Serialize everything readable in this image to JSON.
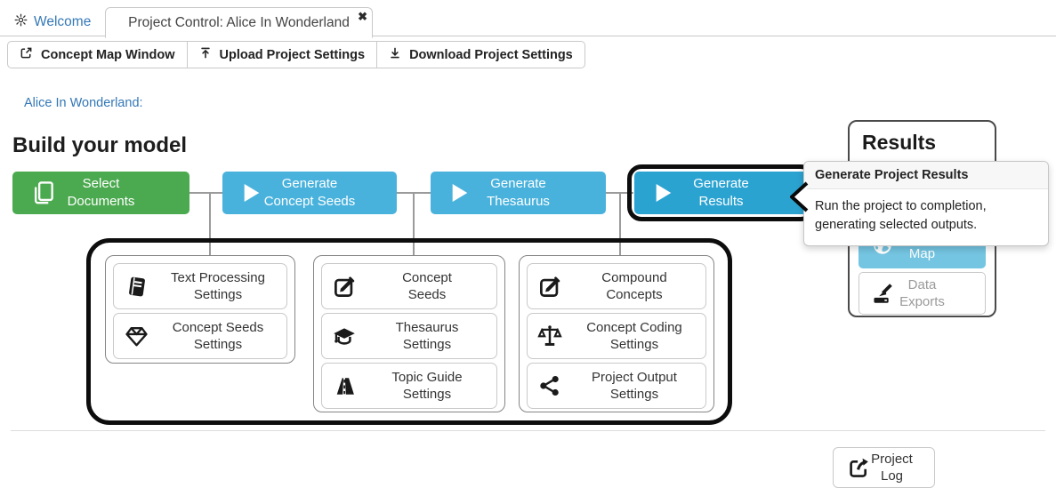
{
  "tabs": {
    "welcome_label": "Welcome",
    "project_label": "Project Control: Alice In Wonderland",
    "close_glyph": "✖"
  },
  "toolbar": {
    "concept_map_window": "Concept Map Window",
    "upload_settings": "Upload Project Settings",
    "download_settings": "Download Project Settings"
  },
  "project_link": "Alice In Wonderland:",
  "heading": "Build your model",
  "flow": {
    "select_documents": "Select\nDocuments",
    "generate_concept_seeds": "Generate\nConcept Seeds",
    "generate_thesaurus": "Generate\nThesaurus",
    "generate_results": "Generate\nResults"
  },
  "tooltip": {
    "title": "Generate Project Results",
    "body": "Run the project to completion,\ngenerating selected outputs."
  },
  "results": {
    "title": "Results",
    "map_label": "Concept\nMap",
    "exports_label": "Data\nExports"
  },
  "groups": {
    "left": {
      "items": [
        {
          "icon": "book-icon",
          "label": "Text Processing\nSettings"
        },
        {
          "icon": "gem-icon",
          "label": "Concept Seeds\nSettings"
        }
      ]
    },
    "middle": {
      "items": [
        {
          "icon": "edit-icon",
          "label": "Concept\nSeeds"
        },
        {
          "icon": "graduation-cap-icon",
          "label": "Thesaurus\nSettings"
        },
        {
          "icon": "road-icon",
          "label": "Topic Guide\nSettings"
        }
      ]
    },
    "right": {
      "items": [
        {
          "icon": "edit-icon",
          "label": "Compound\nConcepts"
        },
        {
          "icon": "scales-icon",
          "label": "Concept Coding\nSettings"
        },
        {
          "icon": "share-icon",
          "label": "Project Output\nSettings"
        }
      ]
    }
  },
  "project_log_label": "Project\nLog",
  "colors": {
    "green": "#4BA94F",
    "blue": "#49B2DC",
    "dark_blue": "#2BA3D1",
    "map_blue": "#74C5E2",
    "link_blue": "#3478B6",
    "highlight_ring": "#0D0D0D"
  }
}
